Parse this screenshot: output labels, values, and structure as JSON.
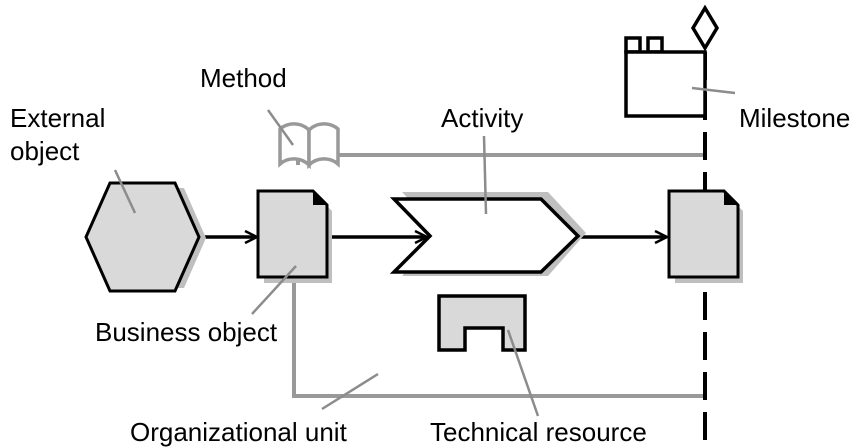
{
  "labels": {
    "external_object": [
      "External",
      "object"
    ],
    "method": "Method",
    "activity": "Activity",
    "milestone": "Milestone",
    "business_object": "Business object",
    "organizational_unit": "Organizational unit",
    "technical_resource": "Technical resource"
  },
  "colors": {
    "stroke": "#000000",
    "shape_fill": "#d9d9d9",
    "shadow": "#bfbfbf",
    "connector_gray": "#999999",
    "leader_gray": "#8c8c8c",
    "background": "#ffffff"
  },
  "icons": {
    "method": "open-book-icon",
    "milestone": "castle-flag-icon",
    "business_object": "document-icon",
    "external_object": "hexagon-icon",
    "technical_resource": "bracket-resource-icon"
  }
}
